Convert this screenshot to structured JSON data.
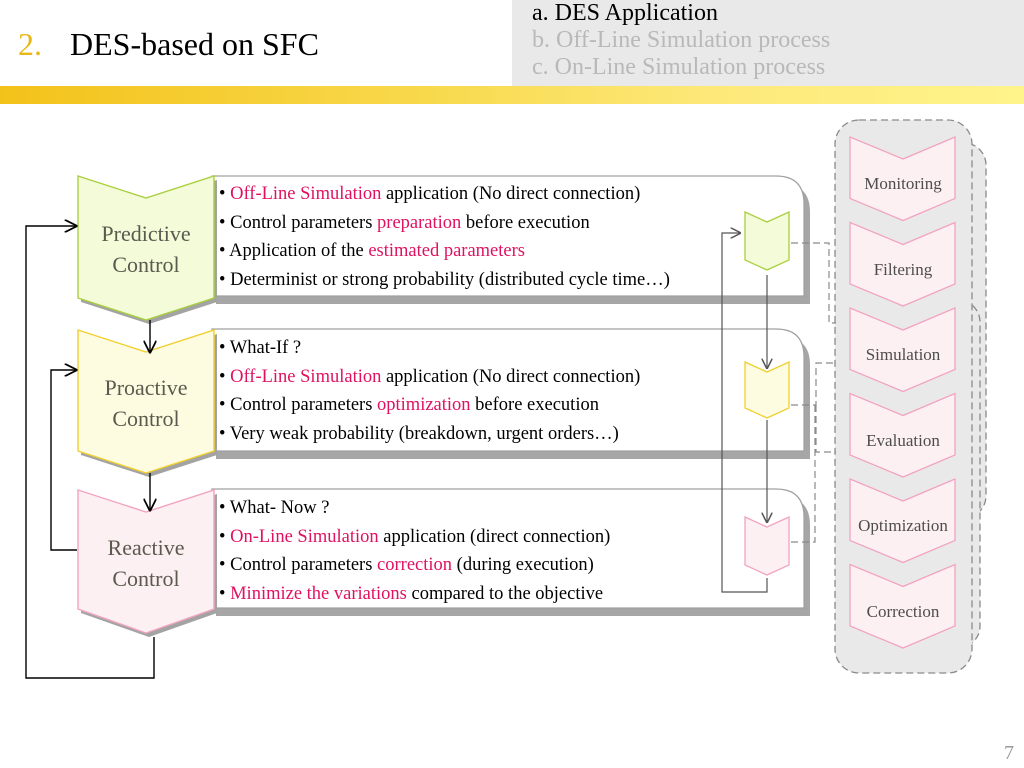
{
  "header": {
    "section_number": "2.",
    "title": "DES-based on SFC",
    "toc": [
      {
        "label": "a. DES Application",
        "active": true
      },
      {
        "label": "b. Off-Line Simulation process",
        "active": false
      },
      {
        "label": "c. On-Line Simulation process",
        "active": false
      }
    ]
  },
  "colors": {
    "accent_gold": "#f3c21a",
    "highlight_text": "#e0115f",
    "predictive_fill": "#f3fbd9",
    "predictive_border": "#a9cf3d",
    "proactive_fill": "#fefce0",
    "proactive_border": "#f0cf2e",
    "reactive_fill": "#fdf0f2",
    "reactive_border": "#f2a3c2"
  },
  "controls": [
    {
      "name_line1": "Predictive",
      "name_line2": "Control",
      "bullets": [
        [
          {
            "t": "• ",
            "h": false
          },
          {
            "t": "Off-Line Simulation",
            "h": true
          },
          {
            "t": " application (No direct connection)",
            "h": false
          }
        ],
        [
          {
            "t": "• Control parameters ",
            "h": false
          },
          {
            "t": "preparation",
            "h": true
          },
          {
            "t": "  before execution",
            "h": false
          }
        ],
        [
          {
            "t": "• Application of the ",
            "h": false
          },
          {
            "t": "estimated parameters",
            "h": true
          }
        ],
        [
          {
            "t": "• Determinist or strong probability (distributed cycle time…)",
            "h": false
          }
        ]
      ]
    },
    {
      "name_line1": "Proactive",
      "name_line2": "Control",
      "bullets": [
        [
          {
            "t": "• What-If  ?",
            "h": false
          }
        ],
        [
          {
            "t": "• ",
            "h": false
          },
          {
            "t": "Off-Line Simulation",
            "h": true
          },
          {
            "t": " application (No direct connection)",
            "h": false
          }
        ],
        [
          {
            "t": "• Control parameters ",
            "h": false
          },
          {
            "t": "optimization",
            "h": true
          },
          {
            "t": " before execution",
            "h": false
          }
        ],
        [
          {
            "t": "• Very weak probability (breakdown, urgent orders…)",
            "h": false
          }
        ]
      ]
    },
    {
      "name_line1": "Reactive",
      "name_line2": "Control",
      "bullets": [
        [
          {
            "t": "• What- Now ?",
            "h": false
          }
        ],
        [
          {
            "t": "• ",
            "h": false
          },
          {
            "t": "On-Line Simulation",
            "h": true
          },
          {
            "t": " application (direct connection)",
            "h": false
          }
        ],
        [
          {
            "t": "• Control parameters ",
            "h": false
          },
          {
            "t": "correction",
            "h": true
          },
          {
            "t": " (during execution)",
            "h": false
          }
        ],
        [
          {
            "t": "• ",
            "h": false
          },
          {
            "t": "Minimize the variations",
            "h": true
          },
          {
            "t": " compared to the objective",
            "h": false
          }
        ]
      ]
    }
  ],
  "process_steps": [
    "Monitoring",
    "Filtering",
    "Simulation",
    "Evaluation",
    "Optimization",
    "Correction"
  ],
  "page_number": "7"
}
